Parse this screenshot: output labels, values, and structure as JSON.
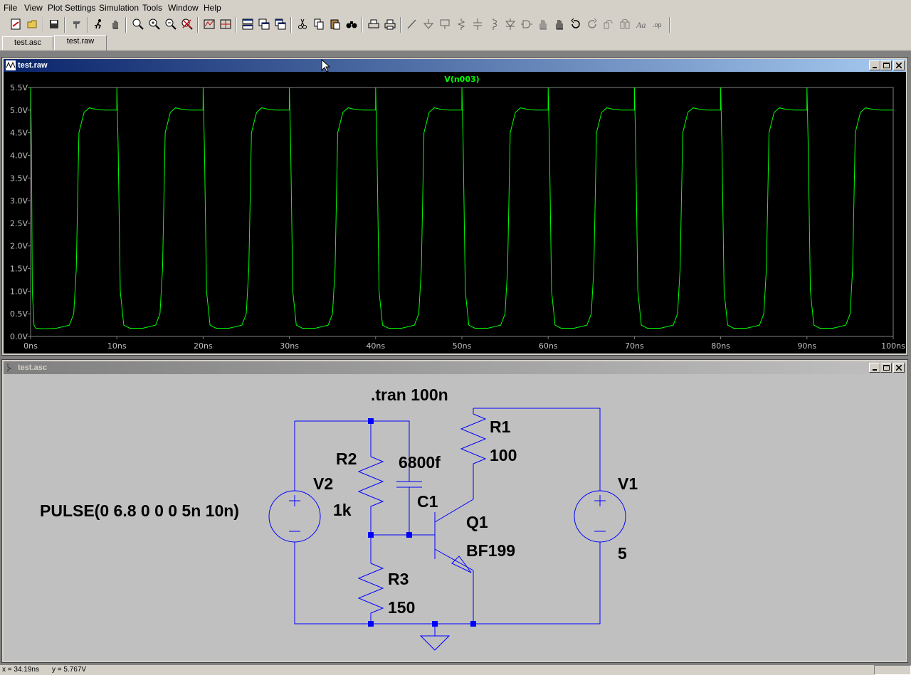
{
  "menu": {
    "items": [
      {
        "label": "File"
      },
      {
        "label": "View"
      },
      {
        "label": "Plot Settings"
      },
      {
        "label": "Simulation"
      },
      {
        "label": "Tools"
      },
      {
        "label": "Window"
      },
      {
        "label": "Help"
      }
    ]
  },
  "toolbar": {
    "icons": [
      "new-schematic-icon",
      "open-icon",
      "save-icon",
      "control-panel-icon",
      "run-icon",
      "pan-icon",
      "zoom-area-icon",
      "zoom-in-icon",
      "zoom-out-icon",
      "zoom-fit-icon",
      "autorange-icon",
      "mark-icon",
      "tile-horizontal-icon",
      "cascade-icon",
      "tile-vertical-icon",
      "cut-icon",
      "copy-icon",
      "paste-icon",
      "find-icon",
      "print-setup-icon",
      "print-icon",
      "wire-icon",
      "ground-icon",
      "label-net-icon",
      "resistor-icon",
      "capacitor-icon",
      "inductor-icon",
      "diode-icon",
      "component-icon",
      "move-icon",
      "drag-icon",
      "undo-icon",
      "redo-icon",
      "rotate-icon",
      "mirror-icon",
      "text-icon",
      "spice-directive-icon"
    ]
  },
  "tabs": [
    {
      "label": "test.asc",
      "active": false
    },
    {
      "label": "test.raw",
      "active": true
    }
  ],
  "waveform_window": {
    "title": "test.raw",
    "trace_label": "V(n003)",
    "trace_color": "#00ff00",
    "background": "#000000",
    "y_ticks": [
      "5.5V",
      "5.0V",
      "4.5V",
      "4.0V",
      "3.5V",
      "3.0V",
      "2.5V",
      "2.0V",
      "1.5V",
      "1.0V",
      "0.5V",
      "0.0V"
    ],
    "x_ticks": [
      "0ns",
      "10ns",
      "20ns",
      "30ns",
      "40ns",
      "50ns",
      "60ns",
      "70ns",
      "80ns",
      "90ns",
      "100ns"
    ]
  },
  "chart_data": {
    "type": "line",
    "title": "V(n003)",
    "xlabel": "",
    "ylabel": "",
    "xlim": [
      0,
      100
    ],
    "ylim": [
      0,
      5.5
    ],
    "x_unit": "ns",
    "y_unit": "V",
    "grid": false,
    "series": [
      {
        "name": "V(n003)",
        "color": "#00ff00",
        "x": [
          0,
          0.1,
          0.2,
          0.4,
          0.6,
          1.5,
          3,
          4.5,
          5.0,
          5.3,
          5.6,
          6.2,
          6.8,
          7.5,
          8.5,
          9.99,
          10.0,
          10.15,
          10.4,
          10.8,
          11.5,
          13,
          14.5,
          15.0,
          15.3,
          15.6,
          16.2,
          16.8,
          17.5,
          18.5,
          19.99,
          20.0,
          20.15,
          20.4,
          20.8,
          21.5,
          23,
          24.5,
          25.0,
          25.3,
          25.6,
          26.2,
          26.8,
          27.5,
          28.5,
          29.99,
          30.0,
          30.15,
          30.4,
          30.8,
          31.5,
          33,
          34.5,
          35.0,
          35.3,
          35.6,
          36.2,
          36.8,
          37.5,
          38.5,
          39.99,
          40.0,
          40.15,
          40.4,
          40.8,
          41.5,
          43,
          44.5,
          45.0,
          45.3,
          45.6,
          46.2,
          46.8,
          47.5,
          48.5,
          49.99,
          50.0,
          50.15,
          50.4,
          50.8,
          51.5,
          53,
          54.5,
          55.0,
          55.3,
          55.6,
          56.2,
          56.8,
          57.5,
          58.5,
          59.99,
          60.0,
          60.15,
          60.4,
          60.8,
          61.5,
          63,
          64.5,
          65.0,
          65.3,
          65.6,
          66.2,
          66.8,
          67.5,
          68.5,
          69.99,
          70.0,
          70.15,
          70.4,
          70.8,
          71.5,
          73,
          74.5,
          75.0,
          75.3,
          75.6,
          76.2,
          76.8,
          77.5,
          78.5,
          79.99,
          80.0,
          80.15,
          80.4,
          80.8,
          81.5,
          83,
          84.5,
          85.0,
          85.3,
          85.6,
          86.2,
          86.8,
          87.5,
          88.5,
          89.99,
          90.0,
          90.15,
          90.4,
          90.8,
          91.5,
          93,
          94.5,
          95.0,
          95.3,
          95.6,
          96.2,
          96.8,
          97.5,
          98.5,
          100
        ],
        "y": [
          5.5,
          4.2,
          1.0,
          0.25,
          0.18,
          0.17,
          0.18,
          0.25,
          0.5,
          1.5,
          4.5,
          4.95,
          5.05,
          5.02,
          5.0,
          5.0,
          5.5,
          4.2,
          1.0,
          0.25,
          0.18,
          0.18,
          0.25,
          0.5,
          1.5,
          4.5,
          4.95,
          5.05,
          5.02,
          5.0,
          5.0,
          5.5,
          4.2,
          1.0,
          0.25,
          0.18,
          0.18,
          0.25,
          0.5,
          1.5,
          4.5,
          4.95,
          5.05,
          5.02,
          5.0,
          5.0,
          5.5,
          4.2,
          1.0,
          0.25,
          0.18,
          0.18,
          0.25,
          0.5,
          1.5,
          4.5,
          4.95,
          5.05,
          5.02,
          5.0,
          5.0,
          5.5,
          4.2,
          1.0,
          0.25,
          0.18,
          0.18,
          0.25,
          0.5,
          1.5,
          4.5,
          4.95,
          5.05,
          5.02,
          5.0,
          5.0,
          5.5,
          4.2,
          1.0,
          0.25,
          0.18,
          0.18,
          0.25,
          0.5,
          1.5,
          4.5,
          4.95,
          5.05,
          5.02,
          5.0,
          5.0,
          5.5,
          4.2,
          1.0,
          0.25,
          0.18,
          0.18,
          0.25,
          0.5,
          1.5,
          4.5,
          4.95,
          5.05,
          5.02,
          5.0,
          5.0,
          5.5,
          4.2,
          1.0,
          0.25,
          0.18,
          0.18,
          0.25,
          0.5,
          1.5,
          4.5,
          4.95,
          5.05,
          5.02,
          5.0,
          5.0,
          5.5,
          4.2,
          1.0,
          0.25,
          0.18,
          0.18,
          0.25,
          0.5,
          1.5,
          4.5,
          4.95,
          5.05,
          5.02,
          5.0,
          5.0,
          5.5,
          4.2,
          1.0,
          0.25,
          0.18,
          0.18,
          0.25,
          0.5,
          1.5,
          4.5,
          4.95,
          5.05,
          5.02,
          5.0,
          5.0
        ]
      }
    ]
  },
  "schematic_window": {
    "title": "test.asc",
    "wire_color": "#0000ff",
    "background": "#c0c0c0",
    "directive": ".tran 100n",
    "components": {
      "r1": {
        "name": "R1",
        "value": "100"
      },
      "r2": {
        "name": "R2",
        "value": "1k"
      },
      "r3": {
        "name": "R3",
        "value": "150"
      },
      "c1": {
        "name": "C1",
        "value": "6800f"
      },
      "q1": {
        "name": "Q1",
        "value": "BF199"
      },
      "v1": {
        "name": "V1",
        "value": "5"
      },
      "v2": {
        "name": "V2",
        "value": "PULSE(0 6.8 0 0 0 5n 10n)"
      }
    }
  },
  "status": {
    "x": "x = 34.19ns",
    "y": "y = 5.767V"
  }
}
